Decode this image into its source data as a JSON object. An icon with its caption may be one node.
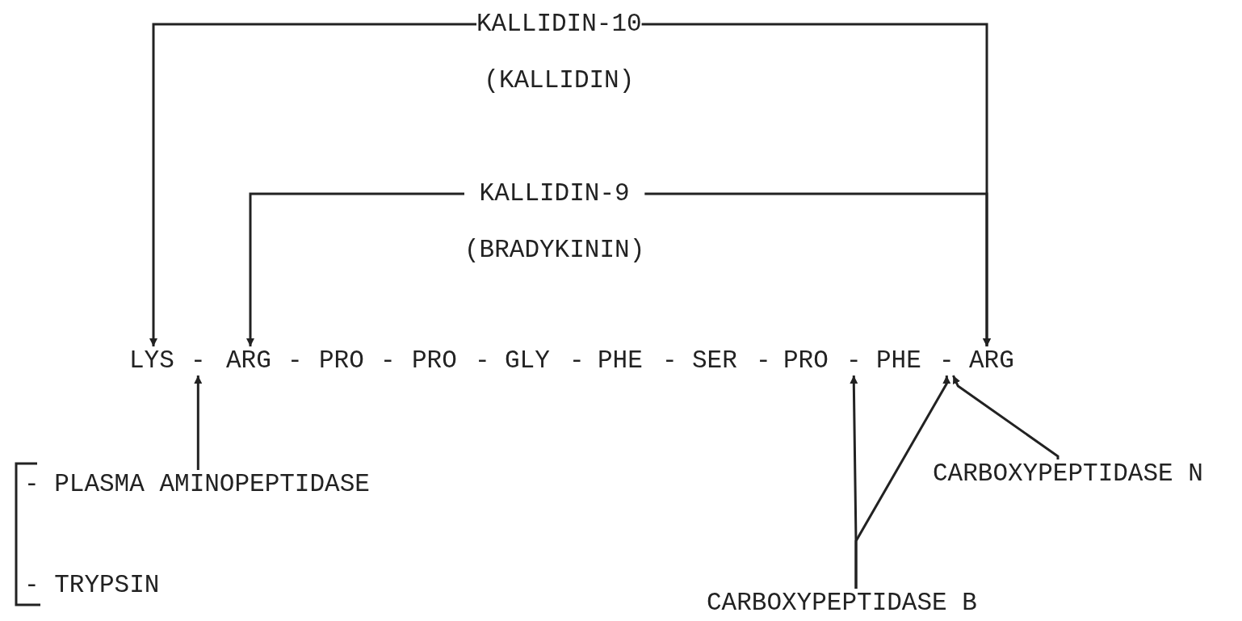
{
  "diagram": {
    "nodes": [
      {
        "text": [
          "KALLIDIN-10",
          "(KALLIDIN)"
        ]
      },
      {
        "text": [
          "KALLIDIN-9",
          "(BRADYKININ)"
        ]
      },
      {
        "text": [
          "LYS"
        ]
      },
      {
        "text": [
          "-"
        ]
      },
      {
        "text": [
          "ARG"
        ]
      },
      {
        "text": [
          "-"
        ]
      },
      {
        "text": [
          "PRO"
        ]
      },
      {
        "text": [
          "-"
        ]
      },
      {
        "text": [
          "PRO"
        ]
      },
      {
        "text": [
          "-"
        ]
      },
      {
        "text": [
          "GLY"
        ]
      },
      {
        "text": [
          "-"
        ]
      },
      {
        "text": [
          "PHE"
        ]
      },
      {
        "text": [
          "-"
        ]
      },
      {
        "text": [
          "SER"
        ]
      },
      {
        "text": [
          "-"
        ]
      },
      {
        "text": [
          "PRO"
        ]
      },
      {
        "text": [
          "-"
        ]
      },
      {
        "text": [
          "PHE"
        ]
      },
      {
        "text": [
          "-"
        ]
      },
      {
        "text": [
          "ARG"
        ]
      },
      {
        "text": [
          "- PLASMA AMINOPEPTIDASE"
        ]
      },
      {
        "text": [
          "CARBOXYPEPTIDASE N"
        ]
      },
      {
        "text": [
          "- TRYPSIN"
        ]
      },
      {
        "text": [
          "CARBOXYPEPTIDASE B"
        ]
      }
    ],
    "edges": [
      {
        "from": 0,
        "to": 2,
        "arrow": "to"
      },
      {
        "from": 0,
        "to": 20,
        "arrow": "to"
      },
      {
        "from": 1,
        "to": 4,
        "arrow": "to"
      },
      {
        "from": 1,
        "to": 20,
        "arrow": "to"
      },
      {
        "from": 21,
        "to": 3,
        "arrow": "to"
      },
      {
        "from": 24,
        "to": 17,
        "arrow": "to"
      },
      {
        "from": 24,
        "to": 19,
        "arrow": "to"
      },
      {
        "from": 22,
        "to": 19,
        "arrow": "to"
      }
    ]
  }
}
